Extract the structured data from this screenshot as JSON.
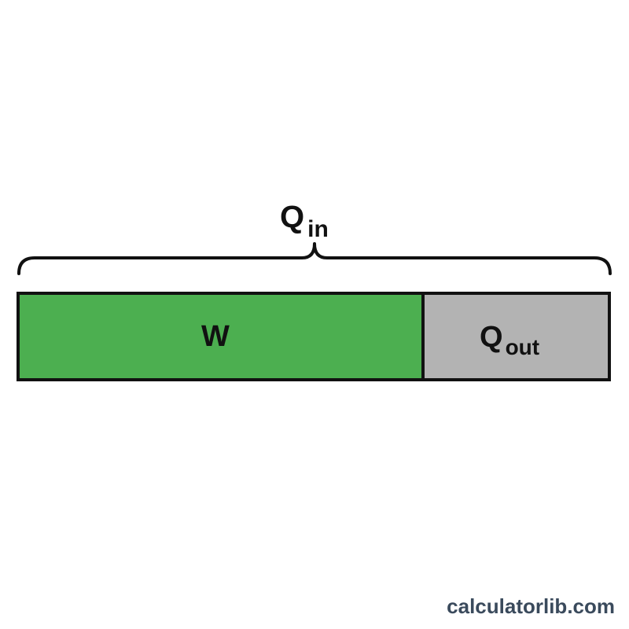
{
  "diagram": {
    "total_label": {
      "main": "Q",
      "sub": "in"
    },
    "segments": [
      {
        "label": "W",
        "color": "#4caf50",
        "fraction": 0.685
      },
      {
        "label_main": "Q",
        "label_sub": "out",
        "color": "#b3b3b3",
        "fraction": 0.315
      }
    ],
    "outline_color": "#111111"
  },
  "watermark": "calculatorlib.com"
}
